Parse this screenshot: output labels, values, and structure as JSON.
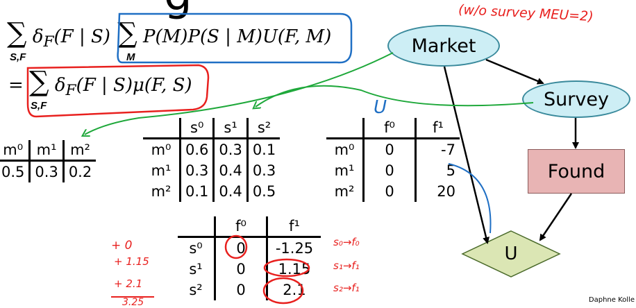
{
  "slide": {
    "title_fragment": "g",
    "credit": "Daphne Kolle"
  },
  "equation": {
    "line1_inner": "δ<sub>F</sub>(F | S)",
    "sum_sf": "S,F",
    "sum_m": "M",
    "line1_term": "P(M)P(S | M)U(F, M)",
    "line2_eq": "=",
    "line2_term": "δ<sub>F</sub>(F | S)μ(F, S)",
    "sum_symbol": "∑"
  },
  "market_prior": {
    "headers": [
      "m⁰",
      "m¹",
      "m²"
    ],
    "values": [
      "0.5",
      "0.3",
      "0.2"
    ]
  },
  "survey_cpd": {
    "col_headers": [
      "s⁰",
      "s¹",
      "s²"
    ],
    "rows": [
      {
        "label": "m⁰",
        "values": [
          "0.6",
          "0.3",
          "0.1"
        ]
      },
      {
        "label": "m¹",
        "values": [
          "0.3",
          "0.4",
          "0.3"
        ]
      },
      {
        "label": "m²",
        "values": [
          "0.1",
          "0.4",
          "0.5"
        ]
      }
    ]
  },
  "utility_table": {
    "col_headers": [
      "f⁰",
      "f¹"
    ],
    "rows": [
      {
        "label": "m⁰",
        "values": [
          "0",
          "-7"
        ]
      },
      {
        "label": "m¹",
        "values": [
          "0",
          "5"
        ]
      },
      {
        "label": "m²",
        "values": [
          "0",
          "20"
        ]
      }
    ]
  },
  "expected_utility_table": {
    "col_headers": [
      "f⁰",
      "f¹"
    ],
    "rows": [
      {
        "label": "s⁰",
        "values": [
          "0",
          "-1.25"
        ]
      },
      {
        "label": "s¹",
        "values": [
          "0",
          "1.15"
        ]
      },
      {
        "label": "s²",
        "values": [
          "0",
          "2.1"
        ]
      }
    ]
  },
  "diagram": {
    "nodes": {
      "market": "Market",
      "survey": "Survey",
      "found": "Found",
      "utility": "U"
    },
    "colors": {
      "chance_fill": "#cdeef5",
      "chance_stroke": "#3a8a9c",
      "decision_fill": "#e8b4b4",
      "utility_fill": "#dbe6b4",
      "arrow": "#000000"
    }
  },
  "annotations": {
    "no_survey_note": "(w/o survey MEU=2)",
    "u_label": "U",
    "left_sums": [
      "+ 0",
      "+ 1.15",
      "+ 2.1",
      "3.25"
    ],
    "decision_rules": [
      "s₀→f₀",
      "s₁→f₁",
      "s₂→f₁"
    ],
    "ink_colors": {
      "red": "#e8201e",
      "blue": "#1f6fc4",
      "green": "#1ea83a"
    }
  }
}
